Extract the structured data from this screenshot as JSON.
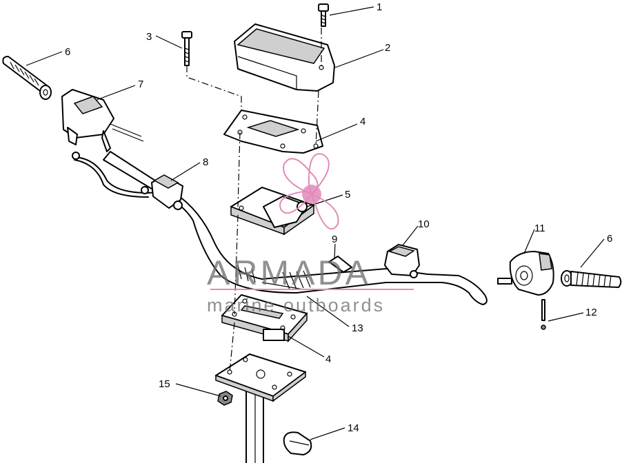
{
  "callouts": [
    {
      "id": "c1",
      "text": "1"
    },
    {
      "id": "c2",
      "text": "2"
    },
    {
      "id": "c3",
      "text": "3"
    },
    {
      "id": "c4a",
      "text": "4"
    },
    {
      "id": "c4b",
      "text": "4"
    },
    {
      "id": "c5",
      "text": "5"
    },
    {
      "id": "c6a",
      "text": "6"
    },
    {
      "id": "c6b",
      "text": "6"
    },
    {
      "id": "c7",
      "text": "7"
    },
    {
      "id": "c8",
      "text": "8"
    },
    {
      "id": "c9",
      "text": "9"
    },
    {
      "id": "c10",
      "text": "10"
    },
    {
      "id": "c11",
      "text": "11"
    },
    {
      "id": "c12",
      "text": "12"
    },
    {
      "id": "c13",
      "text": "13"
    },
    {
      "id": "c14",
      "text": "14"
    },
    {
      "id": "c15",
      "text": "15"
    }
  ],
  "watermark": {
    "title": "ARMADA",
    "subtitle": "marine outboards",
    "color": "#e28ab8"
  }
}
